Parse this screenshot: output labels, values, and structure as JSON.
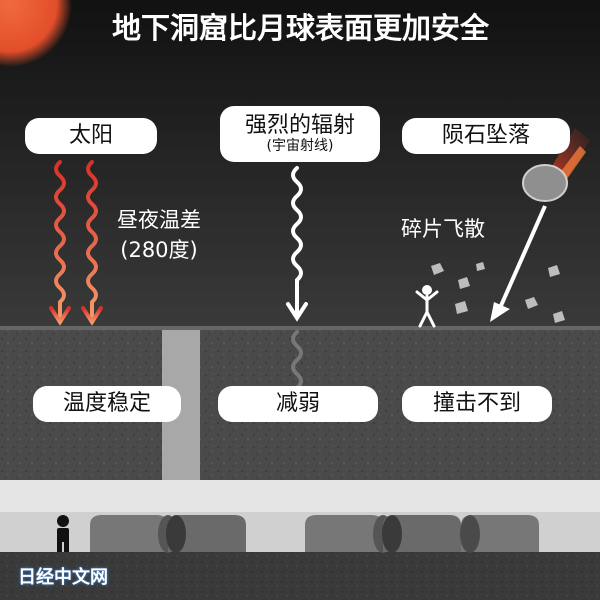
{
  "title": "地下洞窟比月球表面更加安全",
  "labels": {
    "sun": "太阳",
    "radiation": "强烈的辐射",
    "radiation_sub": "(宇宙射线)",
    "meteorite": "陨石坠落",
    "temp_diff_line1": "昼夜温差",
    "temp_diff_line2": "(280度)",
    "debris": "碎片飞散",
    "stable_temp": "温度稳定",
    "weakened": "减弱",
    "no_impact": "撞击不到"
  },
  "watermark": "日经中文网",
  "colors": {
    "sky": "#2b2b2b",
    "surface": "#444444",
    "rock": "#555555",
    "arrow_warm": "#e8643c",
    "arrow_white": "#ffffff",
    "sun": "#e8502e",
    "meteor_trail": "#e03a1e"
  }
}
